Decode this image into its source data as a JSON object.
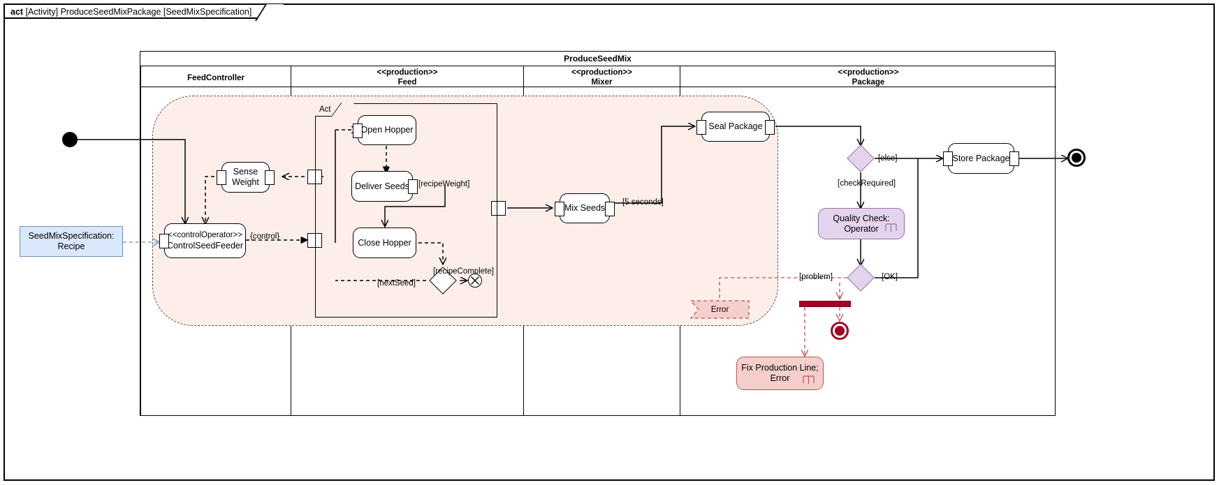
{
  "frame": {
    "keyword": "act",
    "label": "[Activity] ProduceSeedMixPackage [SeedMixSpecification]"
  },
  "partition": {
    "title": "ProduceSeedMix",
    "lanes": [
      {
        "stereotype": "",
        "name": "FeedController"
      },
      {
        "stereotype": "<<production>>",
        "name": "Feed"
      },
      {
        "stereotype": "<<production>>",
        "name": "Mixer"
      },
      {
        "stereotype": "<<production>>",
        "name": "Package"
      }
    ]
  },
  "structured_node": {
    "label": "Act"
  },
  "nodes": {
    "control_seed_feeder": {
      "stereotype": "<<controlOperator>>",
      "name": "ControlSeedFeeder"
    },
    "sense_weight": {
      "name": "Sense\nWeight",
      "line1": "Sense",
      "line2": "Weight"
    },
    "open_hopper": {
      "name": "Open Hopper"
    },
    "deliver_seeds": {
      "name": "Deliver Seeds"
    },
    "close_hopper": {
      "name": "Close Hopper"
    },
    "mix_seeds": {
      "name": "Mix Seeds"
    },
    "seal_package": {
      "name": "Seal Package"
    },
    "store_package": {
      "name": "Store Package"
    },
    "quality_check": {
      "line1": "Quality Check:",
      "line2": "Operator"
    },
    "fix_production_line": {
      "line1": "Fix Production Line;",
      "line2": "Error"
    },
    "error_signal": {
      "name": "Error"
    },
    "recipe_object": {
      "line1": "SeedMixSpecification:",
      "line2": "Recipe"
    }
  },
  "edge_labels": {
    "control": "{control}",
    "recipe_weight": "[recipeWeight]",
    "next_seed": "[nextSeed]",
    "recipe_complete": "[recipeComplete]",
    "five_seconds": "[5 seconds]",
    "else": "[else]",
    "check_required": "[checkRequired]",
    "ok": "[OK]",
    "problem": "[problem]"
  },
  "colors": {
    "region_fill": "#fdeeea",
    "object_fill": "#dae8fc",
    "object_stroke": "#6c8ebf",
    "purple_fill": "#e4d3ec",
    "purple_stroke": "#9673a6",
    "error_fill": "#f5cfcb",
    "error_stroke": "#b85450",
    "final_red": "#a20025",
    "line": "#000000"
  }
}
